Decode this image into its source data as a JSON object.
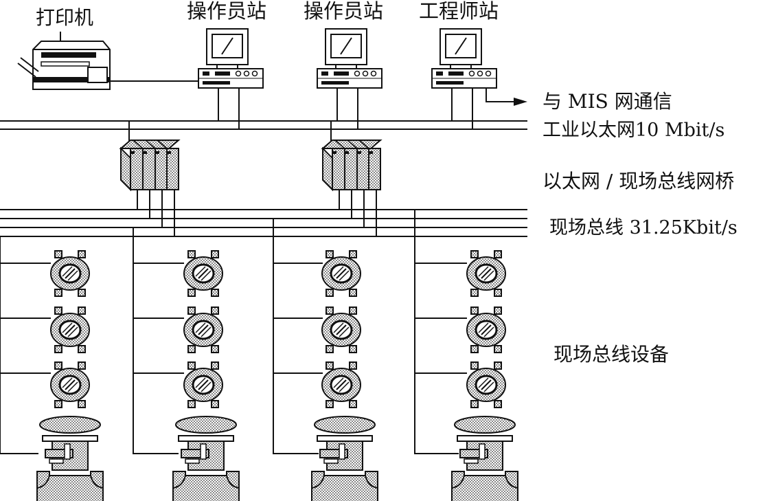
{
  "labels": {
    "printer": "打印机",
    "operator_station_1": "操作员站",
    "operator_station_2": "操作员站",
    "engineer_station": "工程师站",
    "mis_link": "与 MIS 网通信",
    "ethernet": "工业以太网10 Mbit/s",
    "bridge": "以太网 / 现场总线网桥",
    "fieldbus": "现场总线 31.25Kbit/s",
    "field_devices": "现场总线设备"
  },
  "colors": {
    "line": "#111111",
    "dotted_fill": "#c8c8c8",
    "background": "#ffffff"
  },
  "icons": {
    "printer": "printer-icon",
    "workstation": "workstation-icon",
    "bridge": "network-bridge-icon",
    "transmitter": "field-transmitter-icon",
    "valve": "control-valve-icon"
  },
  "counts": {
    "workstations": 3,
    "bridges": 2,
    "device_columns": 4,
    "transmitters_per_column": 3,
    "valves_per_column": 1
  }
}
